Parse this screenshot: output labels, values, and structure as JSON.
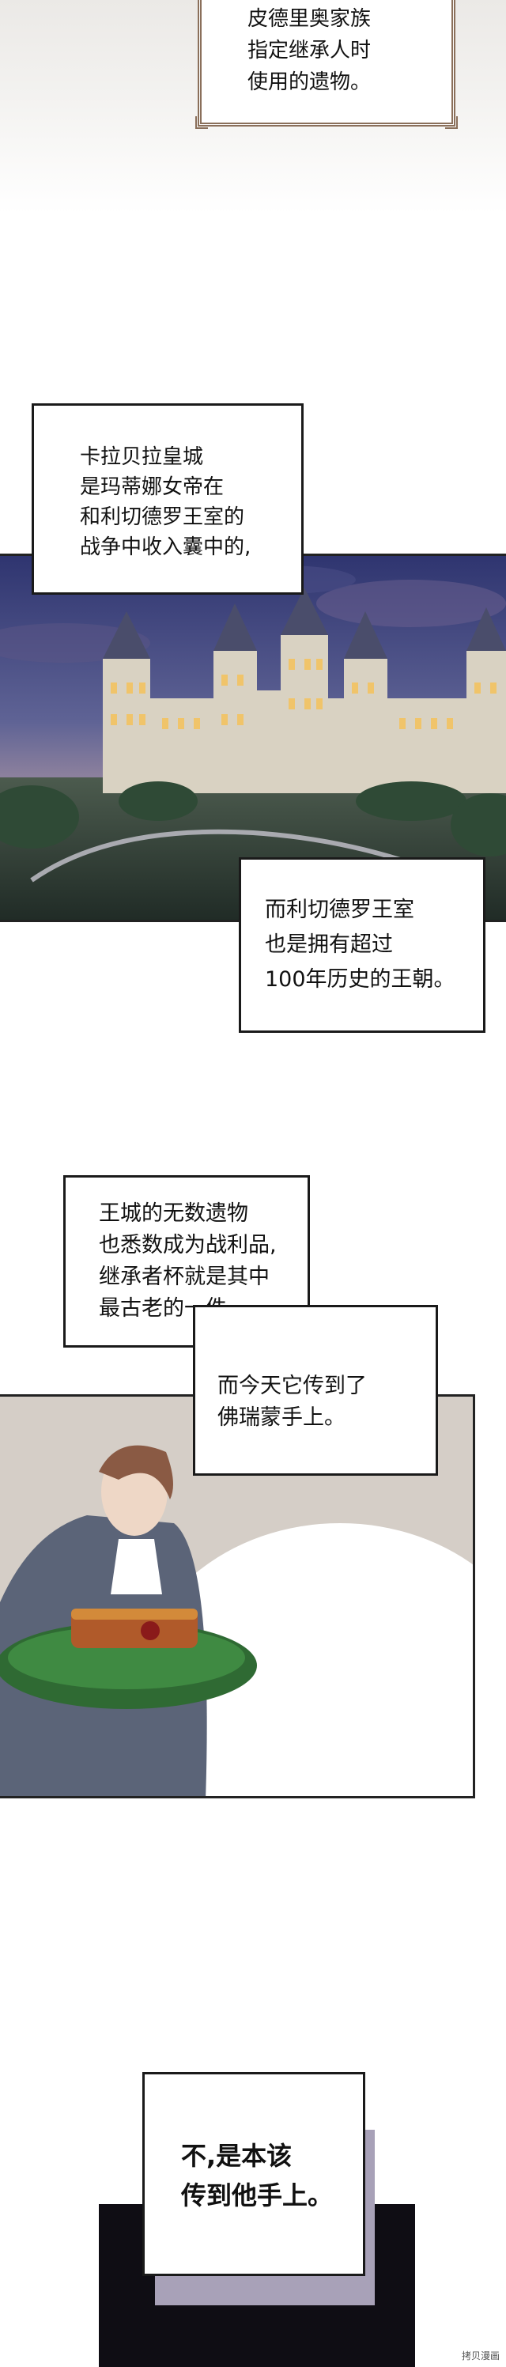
{
  "captions": {
    "top": "皮德里奥家族\n指定继承人时\n使用的遗物。",
    "castle_intro": "卡拉贝拉皇城\n是玛蒂娜女帝在\n和利切德罗王室的\n战争中收入囊中的,",
    "dynasty": "而利切德罗王室\n也是拥有超过\n100年历史的王朝。",
    "treasures": "王城的无数遗物\n也悉数成为战利品,\n继承者杯就是其中\n最古老的一件,",
    "today": "而今天它传到了\n佛瑞蒙手上。",
    "final": "不,是本该\n传到他手上。"
  },
  "watermark": "拷贝漫画"
}
